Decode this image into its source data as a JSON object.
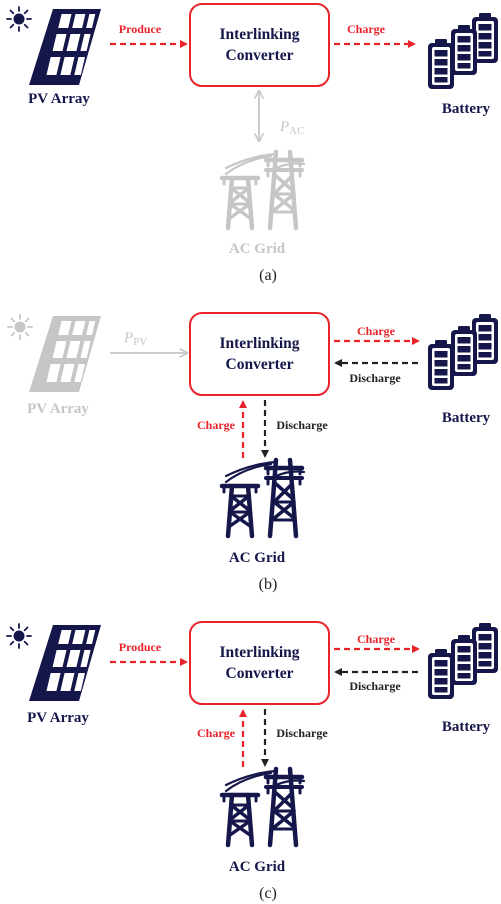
{
  "colors": {
    "navy": "#15174a",
    "red": "#e8232a",
    "black": "#222222",
    "inactive": "#c6c6c6"
  },
  "labels": {
    "pv_array": "PV Array",
    "battery": "Battery",
    "ac_grid": "AC Grid",
    "converter_line1": "Interlinking",
    "converter_line2": "Converter",
    "produce": "Produce",
    "charge": "Charge",
    "discharge": "Discharge",
    "p_letter": "P",
    "p_ac_sub": "AC",
    "p_pv_sub": "PV"
  },
  "panels": [
    {
      "caption": "(a)",
      "mode": "pv-to-battery",
      "inactive": "ac-grid"
    },
    {
      "caption": "(b)",
      "mode": "grid-battery-exchange",
      "inactive": "pv-array"
    },
    {
      "caption": "(c)",
      "mode": "all-active",
      "inactive": "none"
    }
  ],
  "icons": {
    "sun": "sun-icon",
    "pv": "solar-panel-icon",
    "battery": "battery-stack-icon",
    "grid": "transmission-tower-icon"
  }
}
